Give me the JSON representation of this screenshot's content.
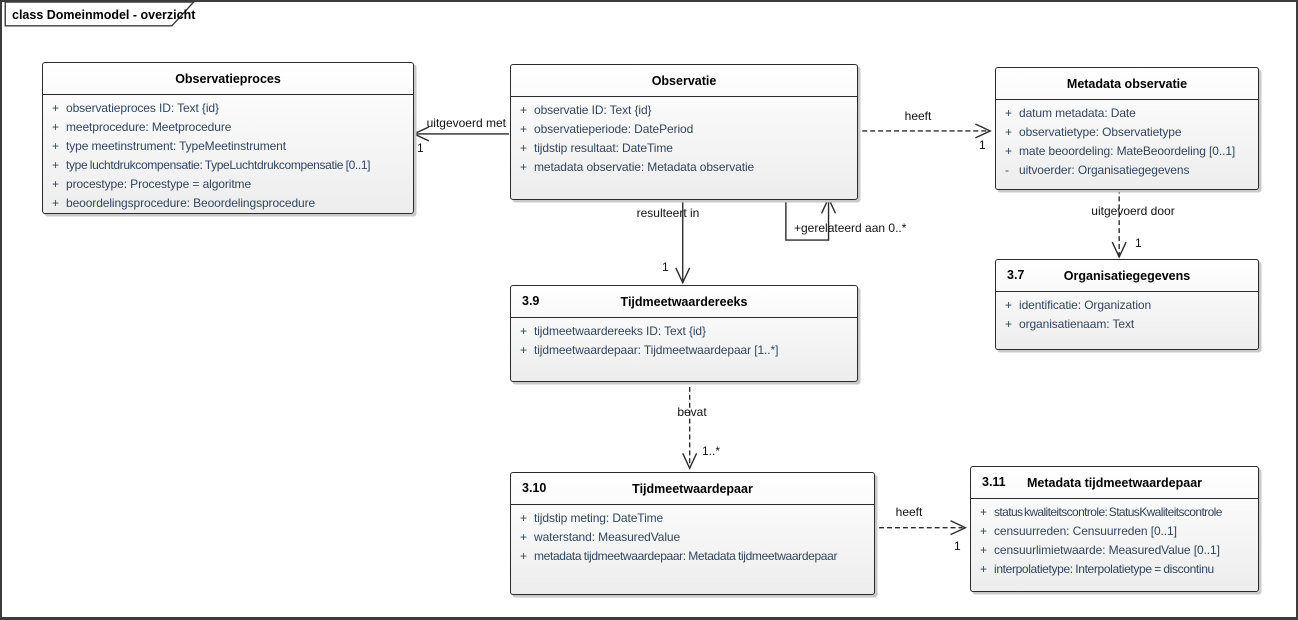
{
  "frame": {
    "label": "class Domeinmodel - overzicht"
  },
  "colors": {
    "attribute_text": "#31465e",
    "box_border": "#2b2b2b",
    "connector": "#2b2b2b",
    "title_text": "#000000",
    "box_fill_top": "#ffffff",
    "box_fill_bottom": "#ededed",
    "frame_border": "#3c3c3c"
  },
  "classes": [
    {
      "number": "",
      "title": "Observatieproces",
      "attributes": [
        {
          "vis": "+",
          "text": "observatieproces ID: Text {id}"
        },
        {
          "vis": "+",
          "text": "meetprocedure: Meetprocedure"
        },
        {
          "vis": "+",
          "text": "type meetinstrument: TypeMeetinstrument"
        },
        {
          "vis": "+",
          "text": "type luchtdrukcompensatie: TypeLuchtdrukcompensatie [0..1]"
        },
        {
          "vis": "+",
          "text": "procestype: Procestype = algoritme"
        },
        {
          "vis": "+",
          "text": "beoordelingsprocedure: Beoordelingsprocedure"
        }
      ]
    },
    {
      "number": "",
      "title": "Observatie",
      "attributes": [
        {
          "vis": "+",
          "text": "observatie ID: Text {id}"
        },
        {
          "vis": "+",
          "text": "observatieperiode: DatePeriod"
        },
        {
          "vis": "+",
          "text": "tijdstip resultaat: DateTime"
        },
        {
          "vis": "+",
          "text": "metadata observatie: Metadata observatie"
        }
      ]
    },
    {
      "number": "",
      "title": "Metadata observatie",
      "attributes": [
        {
          "vis": "+",
          "text": "datum metadata: Date"
        },
        {
          "vis": "+",
          "text": "observatietype: Observatietype"
        },
        {
          "vis": "+",
          "text": "mate beoordeling: MateBeoordeling [0..1]"
        },
        {
          "vis": "-",
          "text": "uitvoerder: Organisatiegegevens"
        }
      ]
    },
    {
      "number": "3.7",
      "title": "Organisatiegegevens",
      "attributes": [
        {
          "vis": "+",
          "text": "identificatie: Organization"
        },
        {
          "vis": "+",
          "text": "organisatienaam: Text"
        }
      ]
    },
    {
      "number": "3.9",
      "title": "Tijdmeetwaardereeks",
      "attributes": [
        {
          "vis": "+",
          "text": "tijdmeetwaardereeks ID: Text {id}"
        },
        {
          "vis": "+",
          "text": "tijdmeetwaardepaar: Tijdmeetwaardepaar [1..*]"
        }
      ]
    },
    {
      "number": "3.10",
      "title": "Tijdmeetwaardepaar",
      "attributes": [
        {
          "vis": "+",
          "text": "tijdstip meting: DateTime"
        },
        {
          "vis": "+",
          "text": "waterstand: MeasuredValue"
        },
        {
          "vis": "+",
          "text": "metadata tijdmeetwaardepaar: Metadata tijdmeetwaardepaar"
        }
      ]
    },
    {
      "number": "3.11",
      "title": "Metadata tijdmeetwaardepaar",
      "attributes": [
        {
          "vis": "+",
          "text": "status kwaliteitscontrole: StatusKwaliteitscontrole"
        },
        {
          "vis": "+",
          "text": "censuurreden: Censuurreden [0..1]"
        },
        {
          "vis": "+",
          "text": "censuurlimietwaarde: MeasuredValue [0..1]"
        },
        {
          "vis": "+",
          "text": "interpolatietype: Interpolatietype = discontinu"
        }
      ]
    }
  ],
  "connectors": [
    {
      "label": "uitgevoerd met",
      "multiplicity": "1",
      "style": "solid"
    },
    {
      "label": "heeft",
      "multiplicity": "1",
      "style": "dashed"
    },
    {
      "label": "resulteert in",
      "multiplicity": "1",
      "style": "solid"
    },
    {
      "label": "+gerelateerd aan 0..*",
      "multiplicity": "",
      "style": "solid"
    },
    {
      "label": "uitgevoerd door",
      "multiplicity": "1",
      "style": "dashed"
    },
    {
      "label": "bevat",
      "multiplicity": "1..*",
      "style": "dashed"
    },
    {
      "label": "heeft",
      "multiplicity": "1",
      "style": "dashed"
    }
  ]
}
